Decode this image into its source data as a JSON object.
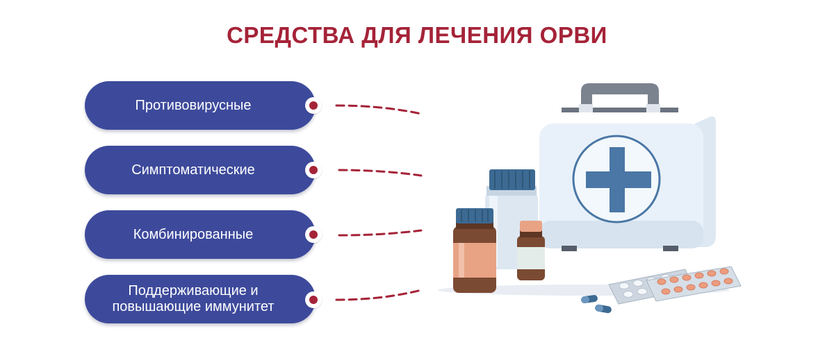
{
  "title": "СРЕДСТВА ДЛЯ ЛЕЧЕНИЯ ОРВИ",
  "items": [
    {
      "label": "Противовирусные"
    },
    {
      "label": "Симптоматические"
    },
    {
      "label": "Комбинированные"
    },
    {
      "label": "Поддерживающие и\nповышающие иммунитет"
    }
  ],
  "colors": {
    "accent": "#a52338",
    "pill": "#3d4a9b",
    "kit": "#e8f1f9",
    "cross": "#4a77a5"
  },
  "icons": [
    "first-aid-kit-icon",
    "pill-bottle-icon",
    "blister-pack-icon",
    "capsule-icon"
  ]
}
